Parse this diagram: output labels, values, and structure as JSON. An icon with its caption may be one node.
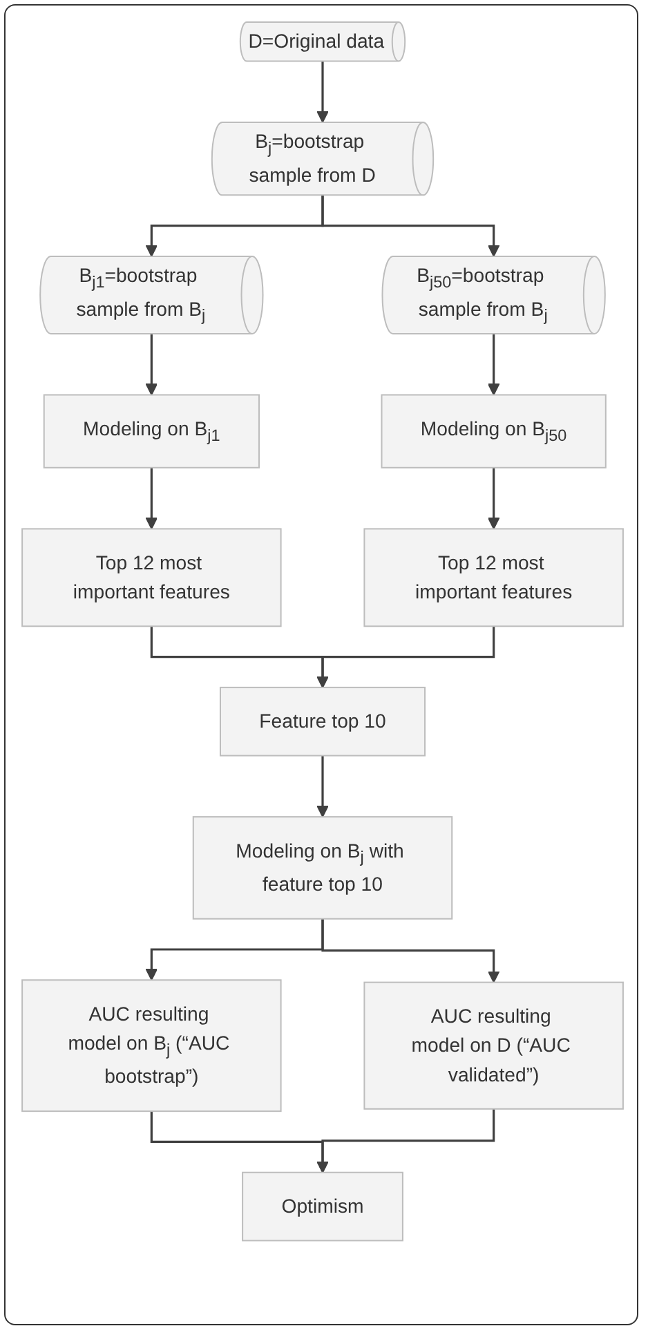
{
  "diagram": {
    "nodes": [
      {
        "text": [
          "D=Original data"
        ]
      },
      {
        "text": [
          "B$_{j}$=bootstrap sample from D"
        ]
      },
      {
        "text": [
          "B$_{j1}$=bootstrap sample from B$_{j}$"
        ]
      },
      {
        "text": [
          "B$_{j50}$=bootstrap sample from B$_{j}$"
        ]
      },
      {
        "text": [
          "Modeling on B$_{j1}$"
        ]
      },
      {
        "text": [
          "Modeling on B$_{j50}$"
        ]
      },
      {
        "text": [
          "Top 12 most important features"
        ]
      },
      {
        "text": [
          "Top 12 most important features"
        ]
      },
      {
        "text": [
          "Feature top 10"
        ]
      },
      {
        "text": [
          "Modeling on B$_{j}$ with feature top 10"
        ]
      },
      {
        "text": [
          "AUC resulting model on B$_{j}$ (“AUC bootstrap”)"
        ]
      },
      {
        "text": [
          "AUC resulting model on D (“AUC validated”)"
        ]
      },
      {
        "text": [
          "Optimism"
        ]
      }
    ],
    "edges": [
      {
        "from": 0,
        "to": 1,
        "arrow": "to"
      },
      {
        "from": 1,
        "to": 2,
        "arrow": "to"
      },
      {
        "from": 1,
        "to": 3,
        "arrow": "to"
      },
      {
        "from": 2,
        "to": 4,
        "arrow": "to"
      },
      {
        "from": 3,
        "to": 5,
        "arrow": "to"
      },
      {
        "from": 4,
        "to": 6,
        "arrow": "to"
      },
      {
        "from": 5,
        "to": 7,
        "arrow": "to"
      },
      {
        "from": 6,
        "to": 8,
        "arrow": "to"
      },
      {
        "from": 7,
        "to": 8,
        "arrow": "to"
      },
      {
        "from": 8,
        "to": 9,
        "arrow": "to"
      },
      {
        "from": 9,
        "to": 10,
        "arrow": "to"
      },
      {
        "from": 9,
        "to": 11,
        "arrow": "to"
      },
      {
        "from": 10,
        "to": 12,
        "arrow": "to"
      },
      {
        "from": 11,
        "to": 12,
        "arrow": "to"
      }
    ]
  }
}
